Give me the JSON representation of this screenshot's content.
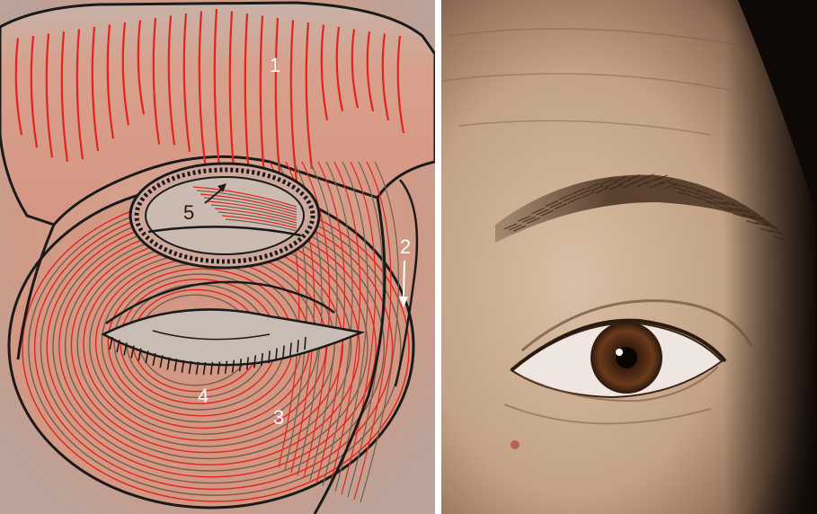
{
  "labels": {
    "l1": "1",
    "l2": "2",
    "l3": "3",
    "l4": "4",
    "l5": "5"
  },
  "colors": {
    "muscle_red": "#e2241c",
    "background_salmon": "#d49a86",
    "outline": "#1a1a1a",
    "muscle_brown": "#7a5a4a",
    "label_white": "#ffffff",
    "skin": "#c9a98c"
  }
}
